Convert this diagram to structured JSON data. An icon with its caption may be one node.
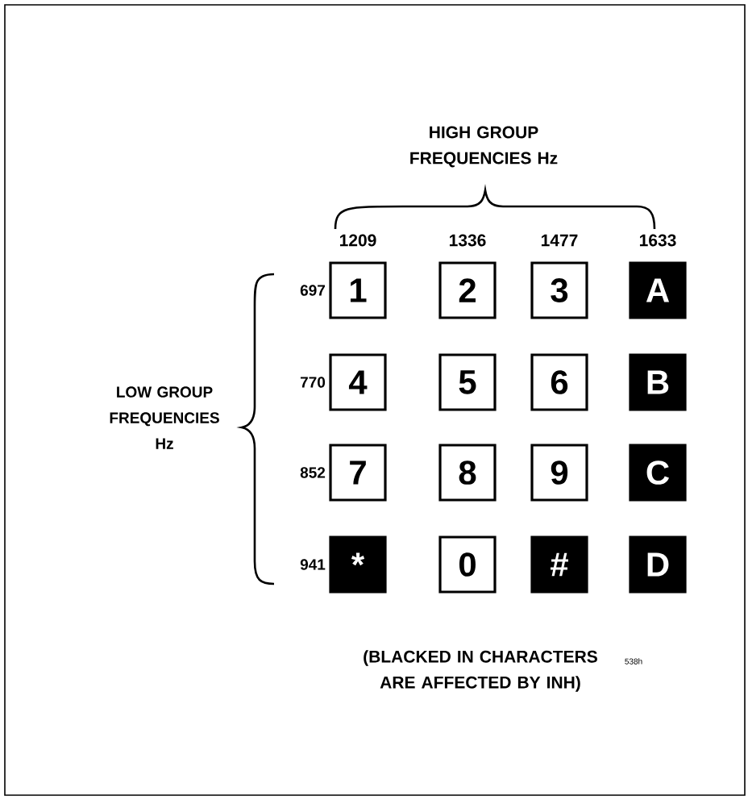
{
  "diagram": {
    "nodes": [
      {
        "text": [
          "1"
        ]
      },
      {
        "text": [
          "2"
        ]
      },
      {
        "text": [
          "3"
        ]
      },
      {
        "text": [
          "A"
        ]
      },
      {
        "text": [
          "4"
        ]
      },
      {
        "text": [
          "5"
        ]
      },
      {
        "text": [
          "6"
        ]
      },
      {
        "text": [
          "B"
        ]
      },
      {
        "text": [
          "7"
        ]
      },
      {
        "text": [
          "8"
        ]
      },
      {
        "text": [
          "9"
        ]
      },
      {
        "text": [
          "C"
        ]
      },
      {
        "text": [
          "*"
        ]
      },
      {
        "text": [
          "0"
        ]
      },
      {
        "text": [
          "#"
        ]
      },
      {
        "text": [
          "D"
        ]
      }
    ],
    "labels": [
      "HIGH GROUP FREQUENCIES Hz",
      "1209",
      "1336",
      "1477",
      "1633",
      "LOW GROUP FREQUENCIES Hz",
      "697",
      "770",
      "852",
      "941",
      "(BLACKED IN CHARACTERS ARE AFFECTED BY INH)",
      "538h"
    ]
  }
}
